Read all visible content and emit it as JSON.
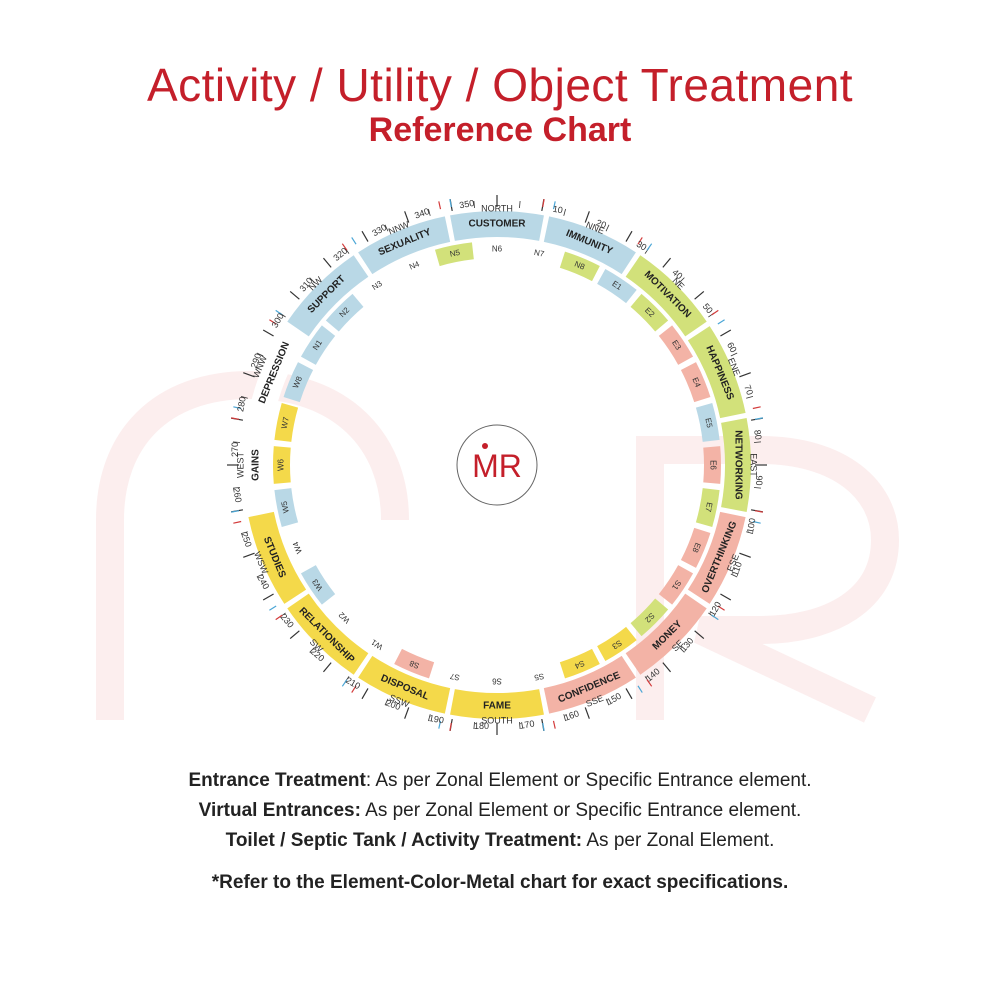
{
  "header": {
    "title": "Activity / Utility / Object Treatment",
    "subtitle": "Reference Chart"
  },
  "colors": {
    "title": "#c41f2a",
    "water": "#b9d8e6",
    "wood": "#d2e17a",
    "fire": "#f3b3a6",
    "earth": "#f4d94a",
    "metal": "#ffffff",
    "tick_red": "#d33a3a",
    "tick_blue": "#4aa6d6"
  },
  "logo": {
    "text": "MR"
  },
  "directions": [
    {
      "label": "NORTH",
      "angle": 0
    },
    {
      "label": "NNE",
      "angle": 22.5
    },
    {
      "label": "NE",
      "angle": 45
    },
    {
      "label": "ENE",
      "angle": 67.5
    },
    {
      "label": "EAST",
      "angle": 90
    },
    {
      "label": "ESE",
      "angle": 112.5
    },
    {
      "label": "SE",
      "angle": 135
    },
    {
      "label": "SSE",
      "angle": 157.5
    },
    {
      "label": "SOUTH",
      "angle": 180
    },
    {
      "label": "SSW",
      "angle": 202.5
    },
    {
      "label": "SW",
      "angle": 225
    },
    {
      "label": "WSW",
      "angle": 247.5
    },
    {
      "label": "WEST",
      "angle": 270
    },
    {
      "label": "WNW",
      "angle": 292.5
    },
    {
      "label": "NW",
      "angle": 315
    },
    {
      "label": "NNW",
      "angle": 337.5
    }
  ],
  "degree_labels": [
    "10",
    "20",
    "30",
    "40",
    "50",
    "60",
    "70",
    "80",
    "90",
    "100",
    "110",
    "120",
    "130",
    "140",
    "150",
    "160",
    "170",
    "180",
    "190",
    "200",
    "210",
    "220",
    "230",
    "240",
    "250",
    "260",
    "270",
    "280",
    "290",
    "300",
    "310",
    "320",
    "330",
    "340",
    "350"
  ],
  "zones": [
    {
      "name": "CUSTOMER",
      "element": "water"
    },
    {
      "name": "IMMUNITY",
      "element": "water"
    },
    {
      "name": "MOTIVATION",
      "element": "wood"
    },
    {
      "name": "HAPPINESS",
      "element": "wood"
    },
    {
      "name": "NETWORKING",
      "element": "wood"
    },
    {
      "name": "OVERTHINKING",
      "element": "fire"
    },
    {
      "name": "MONEY",
      "element": "fire"
    },
    {
      "name": "CONFIDENCE",
      "element": "fire"
    },
    {
      "name": "FAME",
      "element": "earth"
    },
    {
      "name": "DISPOSAL",
      "element": "earth"
    },
    {
      "name": "RELATIONSHIP",
      "element": "earth"
    },
    {
      "name": "STUDIES",
      "element": "earth"
    },
    {
      "name": "GAINS",
      "element": "metal"
    },
    {
      "name": "DEPRESSION",
      "element": "metal"
    },
    {
      "name": "SUPPORT",
      "element": "water"
    },
    {
      "name": "SEXUALITY",
      "element": "water"
    }
  ],
  "entrances": [
    {
      "label": "N1",
      "element": "water"
    },
    {
      "label": "N2",
      "element": "water"
    },
    {
      "label": "N3",
      "element": "metal"
    },
    {
      "label": "N4",
      "element": "metal"
    },
    {
      "label": "N5",
      "element": "wood"
    },
    {
      "label": "N6",
      "element": "metal"
    },
    {
      "label": "N7",
      "element": "metal"
    },
    {
      "label": "N8",
      "element": "wood"
    },
    {
      "label": "E1",
      "element": "water"
    },
    {
      "label": "E2",
      "element": "wood"
    },
    {
      "label": "E3",
      "element": "fire"
    },
    {
      "label": "E4",
      "element": "fire"
    },
    {
      "label": "E5",
      "element": "water"
    },
    {
      "label": "E6",
      "element": "fire"
    },
    {
      "label": "E7",
      "element": "wood"
    },
    {
      "label": "E8",
      "element": "fire"
    },
    {
      "label": "S1",
      "element": "fire"
    },
    {
      "label": "S2",
      "element": "wood"
    },
    {
      "label": "S3",
      "element": "earth"
    },
    {
      "label": "S4",
      "element": "earth"
    },
    {
      "label": "S5",
      "element": "metal"
    },
    {
      "label": "S6",
      "element": "metal"
    },
    {
      "label": "S7",
      "element": "metal"
    },
    {
      "label": "S8",
      "element": "fire"
    },
    {
      "label": "W1",
      "element": "metal"
    },
    {
      "label": "W2",
      "element": "metal"
    },
    {
      "label": "W3",
      "element": "water"
    },
    {
      "label": "W4",
      "element": "metal"
    },
    {
      "label": "W5",
      "element": "water"
    },
    {
      "label": "W6",
      "element": "earth"
    },
    {
      "label": "W7",
      "element": "earth"
    },
    {
      "label": "W8",
      "element": "water"
    }
  ],
  "notes": {
    "line1_bold": "Entrance Treatment",
    "line1_rest": ":  As per Zonal Element or Specific Entrance element.",
    "line2_bold": "Virtual Entrances:",
    "line2_rest": "  As per Zonal Element or Specific Entrance element.",
    "line3_bold": "Toilet / Septic Tank / Activity Treatment:",
    "line3_rest": " As per Zonal Element.",
    "line4": "*Refer to the Element-Color-Metal chart for exact specifications."
  }
}
